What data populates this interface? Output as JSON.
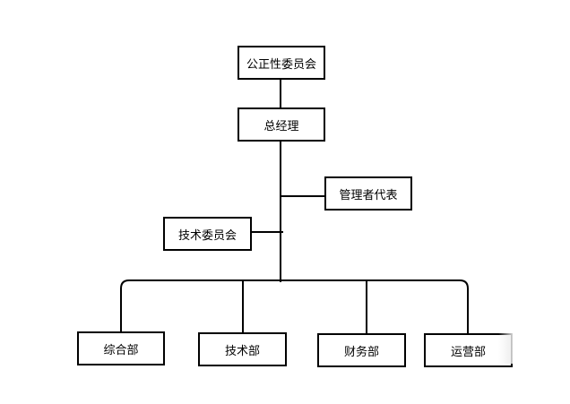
{
  "org_chart": {
    "line_color": "#000000",
    "box_border_color": "#000000",
    "nodes": {
      "fairness_committee": "公正性委员会",
      "general_manager": "总经理",
      "management_representative": "管理者代表",
      "technical_committee": "技术委员会",
      "general_affairs_dept": "综合部",
      "technical_dept": "技术部",
      "finance_dept": "财务部",
      "operations_dept": "运营部"
    }
  }
}
